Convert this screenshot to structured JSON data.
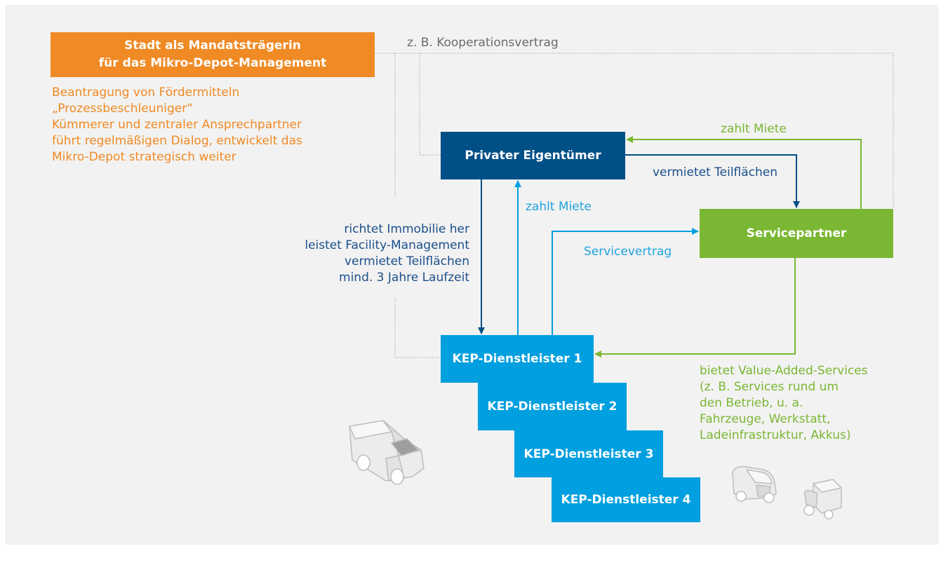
{
  "colors": {
    "orange": "#f08a24",
    "navy": "#004f87",
    "cyan": "#009fdf",
    "green": "#7ab733",
    "grey": "#777777"
  },
  "stadt": {
    "line1": "Stadt als Mandatsträgerin",
    "line2": "für das Mikro-Depot-Management",
    "desc": [
      "Beantragung von Fördermitteln",
      "„Prozessbeschleuniger“",
      "Kümmerer und zentraler Ansprechpartner",
      "führt regelmäßigen Dialog, entwickelt das",
      "Mikro-Depot strategisch weiter"
    ]
  },
  "kooperation_label": "z. B. Kooperationsvertrag",
  "eigentuemer": "Privater Eigentümer",
  "servicepartner": "Servicepartner",
  "kep": [
    "KEP-Dienstleister 1",
    "KEP-Dienstleister 2",
    "KEP-Dienstleister 3",
    "KEP-Dienstleister 4"
  ],
  "labels": {
    "zahlt_miete_green": "zahlt Miete",
    "vermietet_teilflaechen": "vermietet Teilflächen",
    "zahlt_miete_cyan": "zahlt Miete",
    "servicevertrag": "Servicevertrag",
    "eigentuemer_leistungen": [
      "richtet Immobilie her",
      "leistet Facility-Management",
      "vermietet Teilflächen",
      "mind. 3 Jahre Laufzeit"
    ],
    "value_added": [
      "bietet Value-Added-Services",
      "(z. B. Services rund um",
      "den Betrieb, u. a.",
      "Fahrzeuge, Werkstatt,",
      "Ladeinfrastruktur, Akkus)"
    ]
  },
  "icons": [
    "van-icon",
    "cargo-trike-icon",
    "cargo-bike-icon"
  ]
}
